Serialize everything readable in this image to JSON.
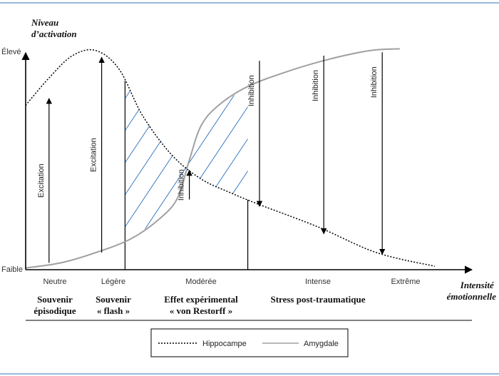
{
  "chart_data": {
    "type": "line",
    "ylabel_lines": [
      "Niveau",
      "d’activation"
    ],
    "xlabel_lines": [
      "Intensité",
      "émotionnelle"
    ],
    "y_ticks": [
      "Élevé",
      "Faible"
    ],
    "x_ticks": [
      {
        "x": 0.5,
        "label": "Neutre"
      },
      {
        "x": 1.5,
        "label": "Légère"
      },
      {
        "x": 3,
        "label": "Modérée"
      },
      {
        "x": 5,
        "label": "Intense"
      },
      {
        "x": 6.5,
        "label": "Extrême"
      }
    ],
    "categories": [
      {
        "x": 0.5,
        "lines": [
          "Souvenir",
          "épisodique"
        ]
      },
      {
        "x": 1.5,
        "lines": [
          "Souvenir",
          "« flash »"
        ]
      },
      {
        "x": 3,
        "lines": [
          "Effet expérimental",
          "« von Restorff »"
        ]
      },
      {
        "x": 5,
        "lines": [
          "Stress post-traumatique"
        ]
      }
    ],
    "xlim": [
      0,
      7
    ],
    "ylim": [
      0,
      10
    ],
    "series": [
      {
        "name": "Hippocampe",
        "style": "dotted",
        "color": "#000000",
        "x": [
          0,
          0.4,
          0.8,
          1.2,
          1.6,
          2.0,
          2.5,
          3.0,
          3.5,
          4.0,
          5.0,
          6.0,
          7.0
        ],
        "y": [
          9.6,
          11.2,
          12.5,
          12.8,
          11.7,
          9.0,
          6.7,
          5.3,
          4.5,
          3.8,
          2.5,
          1.0,
          0.2
        ]
      },
      {
        "name": "Amygdale",
        "style": "solid",
        "color": "#a0a0a0",
        "x": [
          0,
          0.6,
          1.2,
          1.8,
          2.3,
          2.6,
          2.8,
          3.0,
          3.3,
          3.8,
          4.5,
          5.2,
          5.9,
          6.4
        ],
        "y": [
          0.1,
          0.4,
          1.0,
          1.8,
          3.0,
          4.2,
          6.4,
          8.4,
          9.6,
          10.7,
          11.6,
          12.3,
          12.8,
          12.9
        ]
      }
    ],
    "arrows": [
      {
        "x": 0.4,
        "from": 0.4,
        "to": 10.0,
        "label": "Excitation"
      },
      {
        "x": 1.3,
        "from": 1.0,
        "to": 12.4,
        "label": "Excitation"
      },
      {
        "x": 2.8,
        "from": 4.1,
        "to": 5.8,
        "label": "Inhibition"
      },
      {
        "x": 4.0,
        "from": 12.2,
        "to": 3.7,
        "label": "Inhibition"
      },
      {
        "x": 5.1,
        "from": 12.5,
        "to": 2.1,
        "label": "Inhibition"
      },
      {
        "x": 6.1,
        "from": 12.7,
        "to": 0.9,
        "label": "Inhibition"
      }
    ],
    "hatched_region": {
      "x_from": 1.7,
      "x_to": 3.8
    },
    "legend_position": "bottom-center",
    "grid": false
  },
  "colors": {
    "frame_rule": "#5b8fc7",
    "hatch": "#3a7ac4",
    "hippocampe": "#000000",
    "amygdale": "#a0a0a0"
  }
}
